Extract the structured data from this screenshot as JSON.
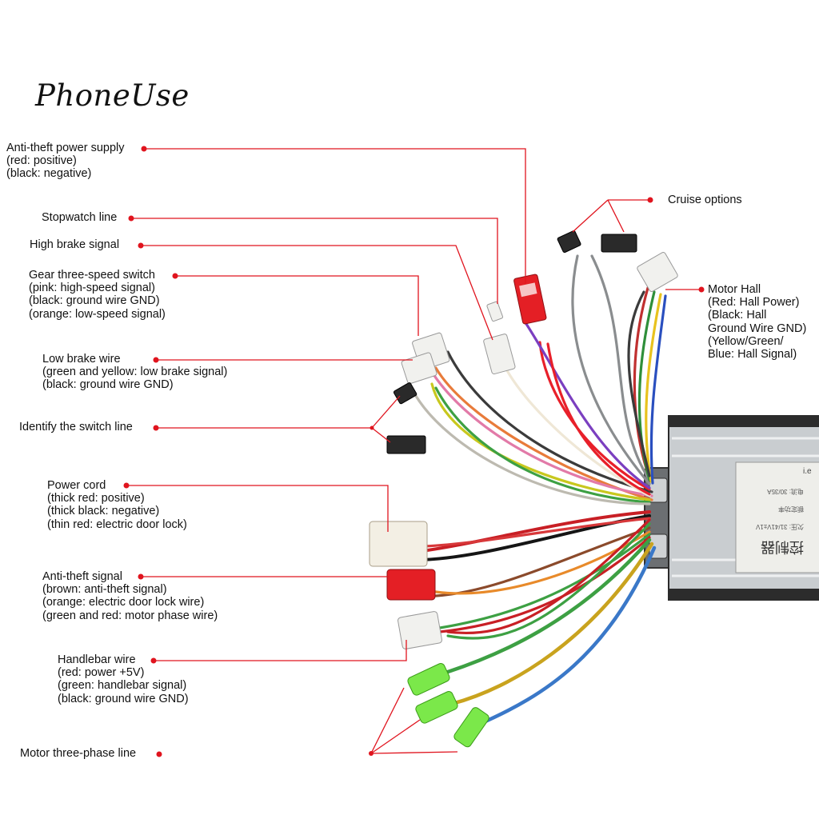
{
  "brand": "PhoneUse",
  "colors": {
    "leader_line": "#e0141e",
    "background": "#ffffff"
  },
  "labels": {
    "anti_theft_power": {
      "title": "Anti-theft power supply",
      "lines": [
        "(red: positive)",
        "(black: negative)"
      ]
    },
    "stopwatch": {
      "title": "Stopwatch line"
    },
    "high_brake": {
      "title": "High brake signal"
    },
    "gear_switch": {
      "title": "Gear three-speed switch",
      "lines": [
        "(pink: high-speed signal)",
        "(black: ground wire GND)",
        "(orange: low-speed signal)"
      ]
    },
    "low_brake": {
      "title": "Low brake wire",
      "lines": [
        "(green and yellow: low brake signal)",
        "(black: ground wire GND)"
      ]
    },
    "identify_switch": {
      "title": "Identify the switch line"
    },
    "power_cord": {
      "title": "Power cord",
      "lines": [
        "(thick red: positive)",
        "(thick black: negative)",
        "(thin red: electric door lock)"
      ]
    },
    "anti_theft_signal": {
      "title": "Anti-theft signal",
      "lines": [
        "(brown: anti-theft signal)",
        "(orange: electric door lock wire)",
        "(green and red: motor phase wire)"
      ]
    },
    "handlebar": {
      "title": "Handlebar wire",
      "lines": [
        "(red: power +5V)",
        "(green: handlebar signal)",
        "(black: ground wire GND)"
      ]
    },
    "motor_phase": {
      "title": "Motor three-phase line"
    },
    "cruise": {
      "title": "Cruise options"
    },
    "motor_hall": {
      "title": "Motor Hall",
      "lines": [
        "(Red: Hall Power)",
        "(Black: Hall",
        "Ground Wire GND)",
        "(Yellow/Green/",
        "Blue: Hall Signal)"
      ]
    }
  },
  "controller": {
    "sticker_text": [
      "控制器",
      "31/41V±1V",
      "欠压: 31/41V±1V",
      "额定功率",
      "电流: 30/35A",
      "i.e"
    ]
  }
}
